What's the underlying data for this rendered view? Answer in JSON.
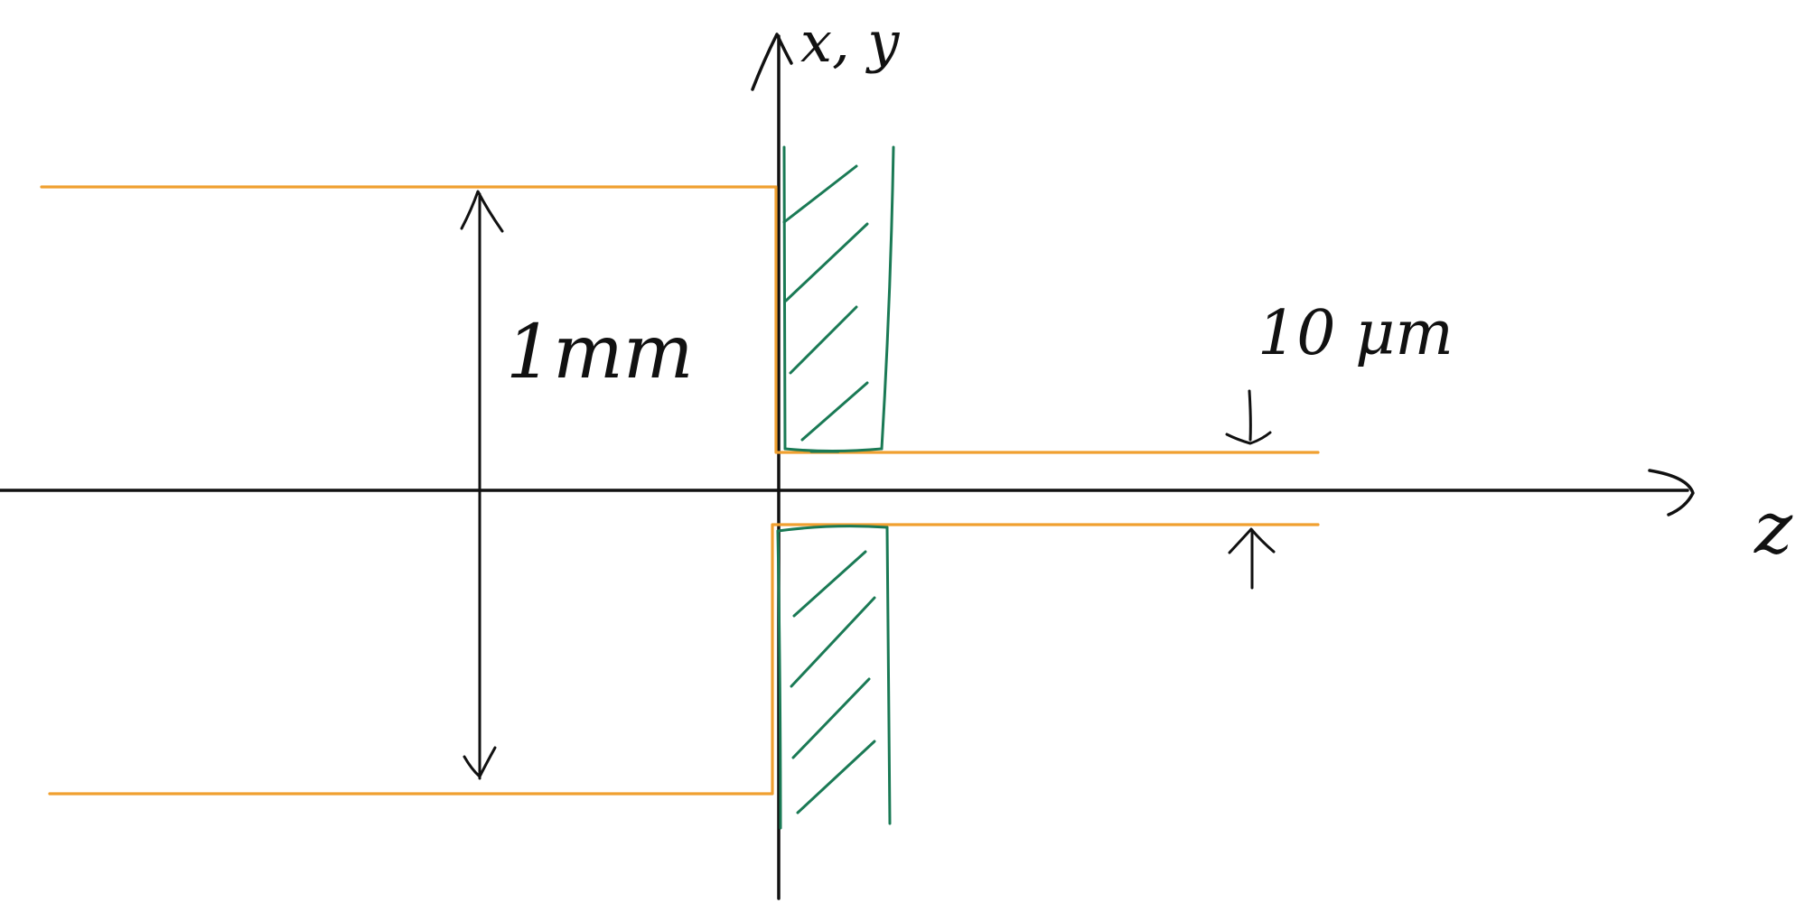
{
  "labels": {
    "vertical_axis": "x, y",
    "horizontal_axis": "z",
    "wide_dimension": "1mm",
    "narrow_dimension": "10 μm"
  },
  "colors": {
    "axes": "#111111",
    "boundary": "#f0a030",
    "plate": "#1a7a55"
  }
}
